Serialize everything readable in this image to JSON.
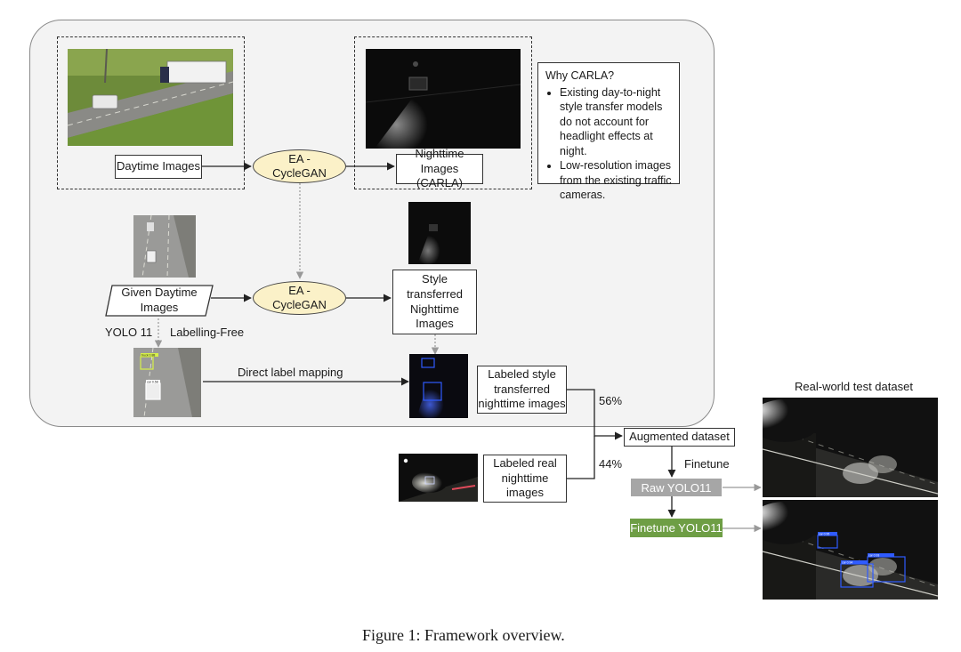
{
  "nodes": {
    "daytime_images": "Daytime Images",
    "ea_cyclegan_top": "EA -\nCycleGAN",
    "nighttime_carla": "Nighttime\nImages (CARLA)",
    "given_daytime": "Given Daytime\nImages",
    "ea_cyclegan_mid": "EA -\nCycleGAN",
    "style_transferred": "Style\ntransferred\nNighttime\nImages",
    "labeled_style": "Labeled style\ntransferred\nnighttime images",
    "labeled_real": "Labeled real\nnighttime\nimages",
    "augmented": "Augmented dataset",
    "raw_yolo": "Raw YOLO11",
    "finetune_yolo": "Finetune YOLO11"
  },
  "labels": {
    "yolo11": "YOLO 11",
    "labelling_free": "Labelling-Free",
    "direct_mapping": "Direct label mapping",
    "pct_style": "56%",
    "pct_real": "44%",
    "finetune": "Finetune",
    "real_world": "Real-world test dataset"
  },
  "why_carla": {
    "title": "Why CARLA?",
    "points": [
      "Existing day-to-night style transfer models do not account for headlight effects at night.",
      "Low-resolution images from the existing traffic cameras."
    ]
  },
  "detections": {
    "thumb_truck": "truck 0.88",
    "thumb_car": "car 0.58",
    "result_a": "car 0.95",
    "result_b": "car 0.94",
    "result_c": "car 0.93"
  },
  "caption": "Figure 1: Framework overview.",
  "colors": {
    "ellipse": "#fbf1c8",
    "raw": "#a6a6a6",
    "finetune": "#6e9e45",
    "detect_blue": "#2f5bff"
  }
}
